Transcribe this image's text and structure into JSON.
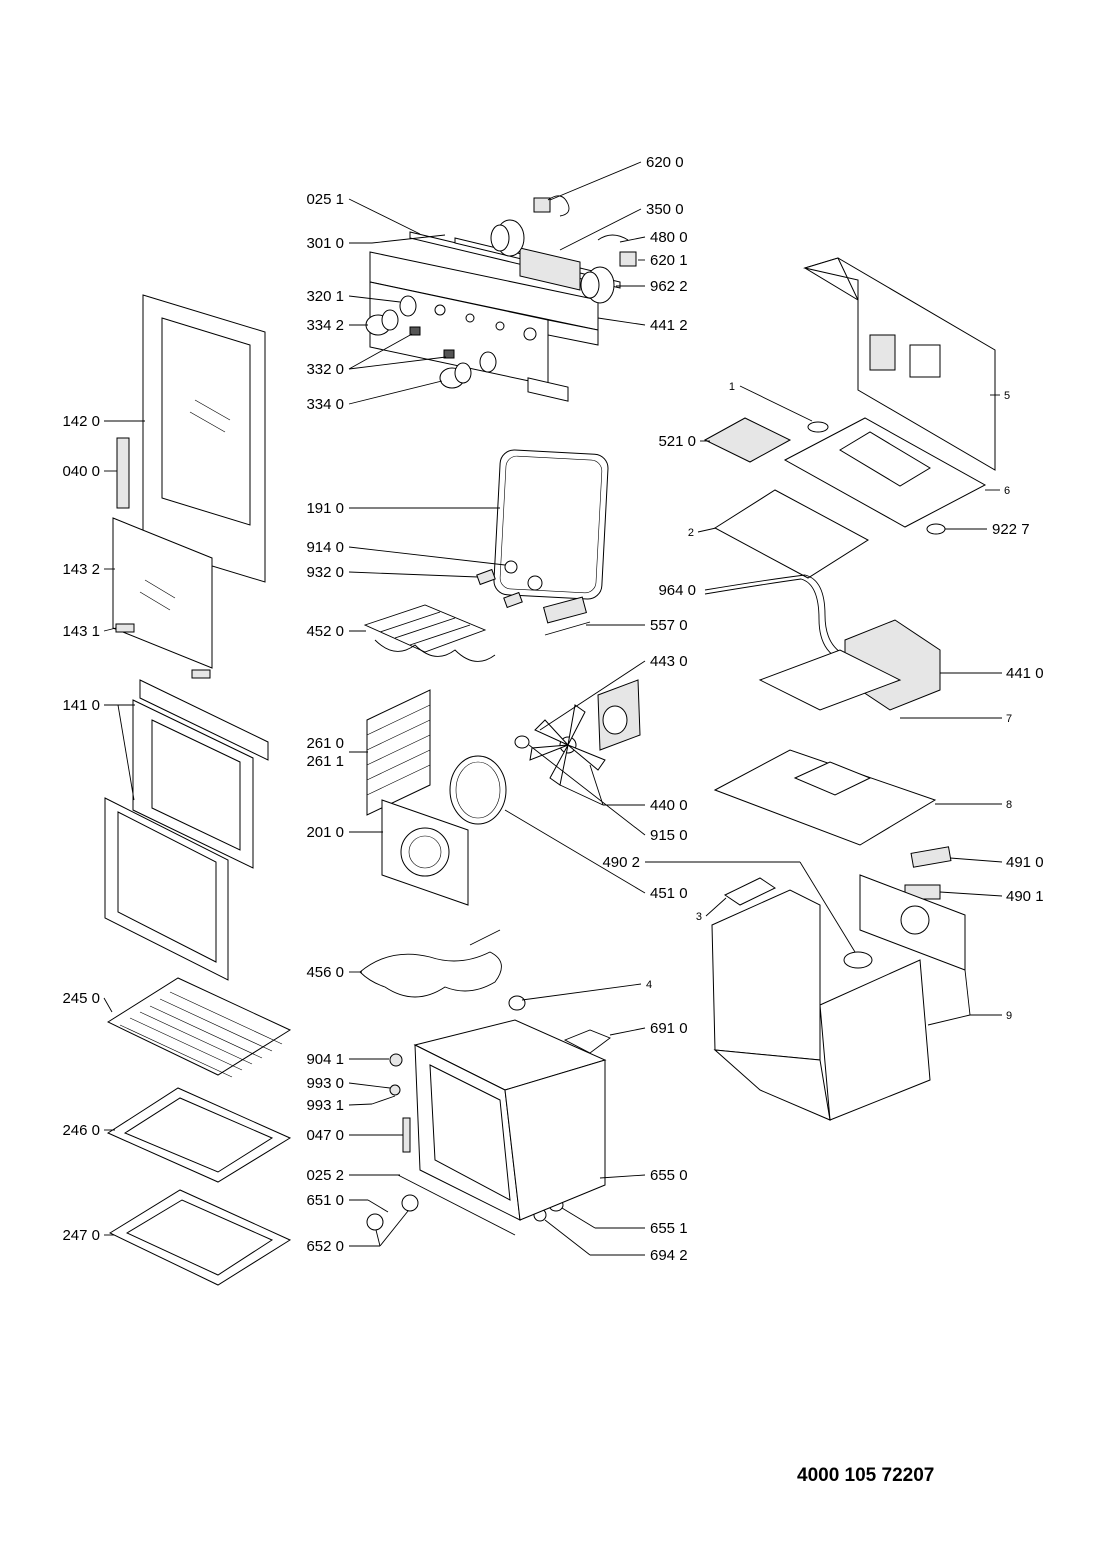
{
  "diagram": {
    "document_code": "4000 105 72207",
    "callouts": {
      "c6200": "620 0",
      "c0251": "025 1",
      "c3500": "350 0",
      "c3010": "301 0",
      "c4800": "480 0",
      "c6201": "620 1",
      "c9622": "962 2",
      "c3201": "320 1",
      "c3342": "334 2",
      "c4412": "441 2",
      "c3320": "332 0",
      "c3340": "334 0",
      "c1420": "142 0",
      "c0400": "040 0",
      "c5210": "521 0",
      "c1910": "191 0",
      "c9227": "922 7",
      "c9140": "914 0",
      "c1432": "143 2",
      "c9320": "932 0",
      "c9640": "964 0",
      "c5570": "557 0",
      "c1431": "143 1",
      "c4520": "452 0",
      "c4430": "443 0",
      "c4410": "441 0",
      "c1410": "141 0",
      "c2610": "261 0",
      "c2611": "261 1",
      "c4400": "440 0",
      "c2010": "201 0",
      "c9150": "915 0",
      "c4902": "490 2",
      "c4910": "491 0",
      "c4510": "451 0",
      "c4901": "490 1",
      "c4560": "456 0",
      "c2450": "245 0",
      "c6910": "691 0",
      "c9041": "904 1",
      "c9930": "993 0",
      "c9931": "993 1",
      "c2460": "246 0",
      "c0470": "047 0",
      "c0252": "025 2",
      "c6550": "655 0",
      "c6510": "651 0",
      "c6551": "655 1",
      "c2470": "247 0",
      "c6520": "652 0",
      "c6942": "694 2",
      "n1": "1",
      "n2": "2",
      "n3": "3",
      "n4": "4",
      "n5": "5",
      "n6": "6",
      "n7": "7",
      "n8": "8",
      "n9": "9"
    }
  }
}
